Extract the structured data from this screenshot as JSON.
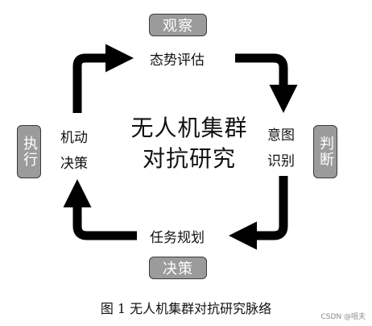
{
  "boxes": {
    "observe": "观察",
    "judge": "判断",
    "decide": "决策",
    "act": "执行"
  },
  "labels": {
    "top": "态势评估",
    "right_line1": "意图",
    "right_line2": "识别",
    "bottom": "任务规划",
    "left_line1": "机动",
    "left_line2": "决策"
  },
  "center": {
    "line1": "无人机集群",
    "line2": "对抗研究"
  },
  "caption": "图 1 无人机集群对抗研究脉络",
  "watermark": "CSDN @咀夫"
}
